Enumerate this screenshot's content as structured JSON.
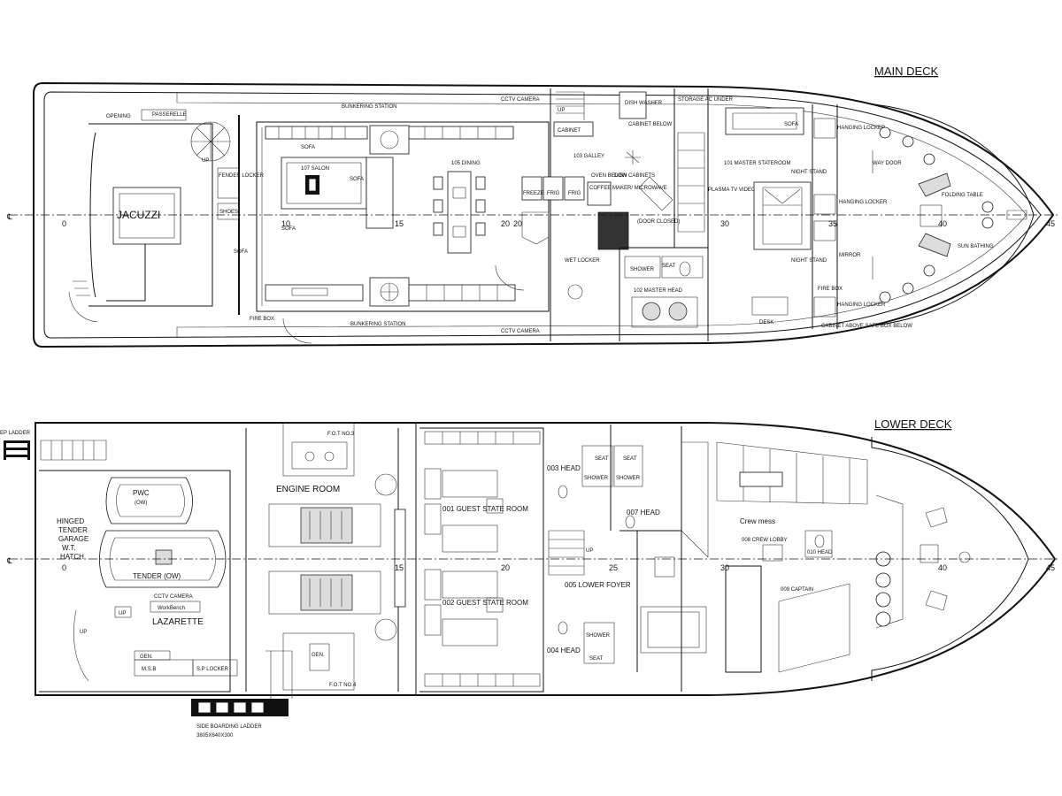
{
  "decks": {
    "main": {
      "title": "MAIN DECK",
      "frames": [
        "0",
        "10",
        "15",
        "20",
        "30",
        "35",
        "40",
        "45"
      ],
      "labels": {
        "jacuzzi": "JACUZZI",
        "passerelle": "PASSERELLE",
        "opening": "OPENING",
        "up1": "UP",
        "fender_locker": "FENDER LOCKER",
        "shoes": "SHOES",
        "sofa_top": "SOFA",
        "saloon": "107 SALON",
        "sofa_mid": "SOFA",
        "sofa_bottom": "SOFA",
        "sofa_low": "SOFA",
        "bunkering_top": "BUNKERING STATION",
        "bunkering_bottom": "BUNKERING STATION",
        "dining": "105 DINING",
        "cctv_top": "CCTV CAMERA",
        "cctv_bottom": "CCTV CAMERA",
        "cabinet": "CABINET",
        "galley": "103 GALLEY",
        "freeze": "FREEZE",
        "frig1": "FRIG",
        "frig2": "FRIG",
        "coffee": "COFFEE MAKER/ MICROWAVE",
        "oven_below": "OVEN BELOW",
        "dish_cabinets": "DISH CABINETS",
        "dishwasher": "DISH WASHER",
        "cabinet_below": "CABINET BELOW",
        "storage": "STORAGE AC UNDER",
        "door_closed": "(DOOR CLOSED)",
        "wet_locker": "WET LOCKER",
        "up2": "UP",
        "plasma": "PLASMA TV VIDEO SET",
        "master": "101 MASTER STATEROOM",
        "sofa_master": "SOFA",
        "night_stand_top": "NIGHT STAND",
        "night_stand_bottom": "NIGHT STAND",
        "hanging_locker1": "HANGING LOCKER",
        "hanging_locker2": "HANGING LOCKER",
        "hanging_locker3": "HANGING LOCKER",
        "mirror": "MIRROR",
        "shower": "SHOWER",
        "seat": "SEAT",
        "master_head": "102 MASTER HEAD",
        "desk": "DESK",
        "fire_box1": "FIRE BOX",
        "fire_box2": "FIRE BOX",
        "cabinet_above": "CABINET ABOVE SAFE BOX BELOW",
        "folding_table": "FOLDING TABLE",
        "sunbathing": "SUN BATHING",
        "way_door": "WAY DOOR"
      }
    },
    "lower": {
      "title": "LOWER DECK",
      "frames": [
        "0",
        "15",
        "20",
        "25",
        "30",
        "40",
        "45"
      ],
      "labels": {
        "step_ladder": "EP LADDER",
        "pwc": "PWC",
        "pwc_ow": "(OW)",
        "hinged": "HINGED",
        "tender": "TENDER",
        "garage": "GARAGE",
        "wt": "W.T.",
        "hatch": "HATCH",
        "tender_ow": "TENDER (OW)",
        "cctv": "CCTV CAMERA",
        "workbench": "WorkBench",
        "lazarette": "LAZARETTE",
        "gen_left": "GEN.",
        "msb": "M.S.B",
        "sp_locker": "S.P LOCKER",
        "up_left": "UP",
        "up_left2": "UP",
        "engine_room": "ENGINE ROOM",
        "gen_right": "GEN.",
        "fot_top": "F.O.T NO.3",
        "fot_bottom": "F.O.T NO.4",
        "guest1": "001 GUEST STATE ROOM",
        "guest2": "002 GUEST STATE ROOM",
        "lower_foyer": "005 LOWER FOYER",
        "head3": "003 HEAD",
        "head4": "004 HEAD",
        "head7": "007 HEAD",
        "shower1": "SHOWER",
        "shower2": "SHOWER",
        "shower3": "SHOWER",
        "seat1": "SEAT",
        "seat2": "SEAT",
        "seat3": "SEAT",
        "up_mid": "UP",
        "crew_mess": "Crew mess",
        "crew_lobby": "008 CREW LOBBY",
        "captain": "009 CAPTAIN",
        "crew_head": "010 HEAD",
        "side_boarding": "SIDE BOARDING LADDER",
        "ladder_dims": "3805X640X300"
      }
    }
  }
}
